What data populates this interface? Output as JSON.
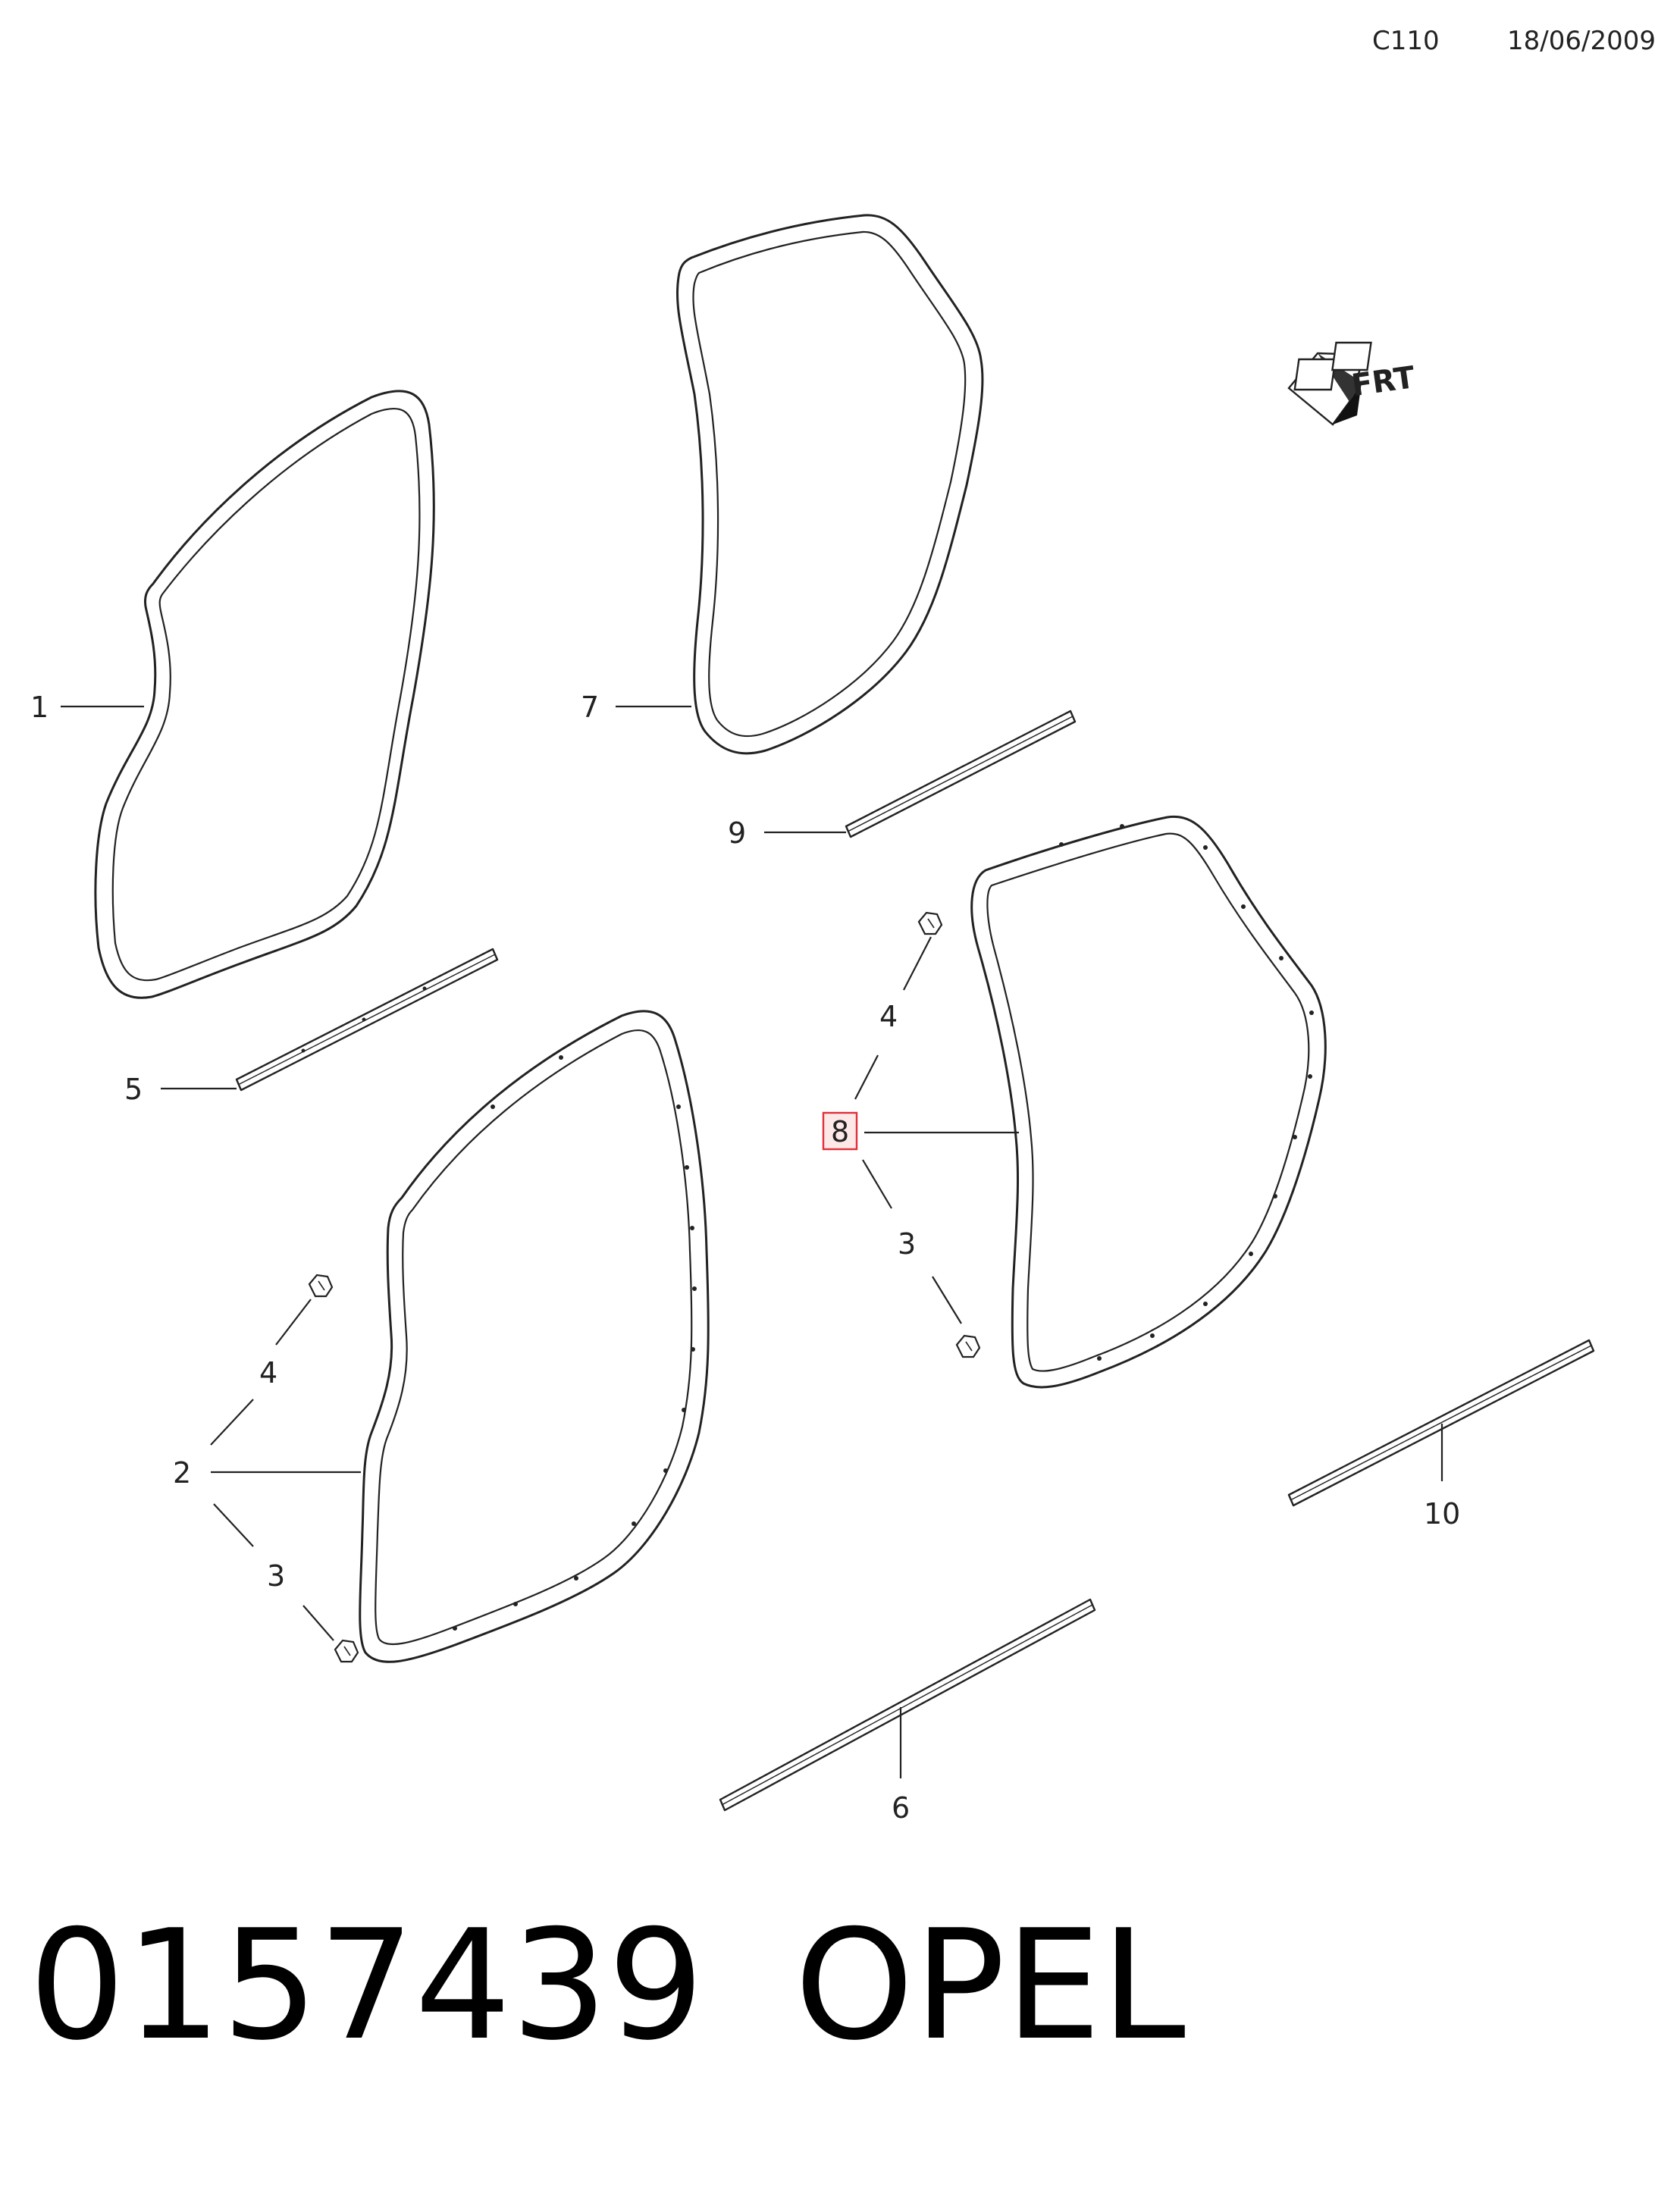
{
  "header": {
    "code": "C110",
    "date": "18/06/2009"
  },
  "orientation_badge": {
    "text": "FRT",
    "icon": "front-direction-arrow-icon"
  },
  "callouts": {
    "c1": "1",
    "c2": "2",
    "c3a": "3",
    "c4a": "4",
    "c5": "5",
    "c6": "6",
    "c7": "7",
    "c8": "8",
    "c3b": "3",
    "c4b": "4",
    "c9": "9",
    "c10": "10"
  },
  "highlight": {
    "callout": "8",
    "color": "#e0303a",
    "fill": "#fde8e8"
  },
  "footer": {
    "number": "0157439",
    "brand": "OPEL"
  }
}
